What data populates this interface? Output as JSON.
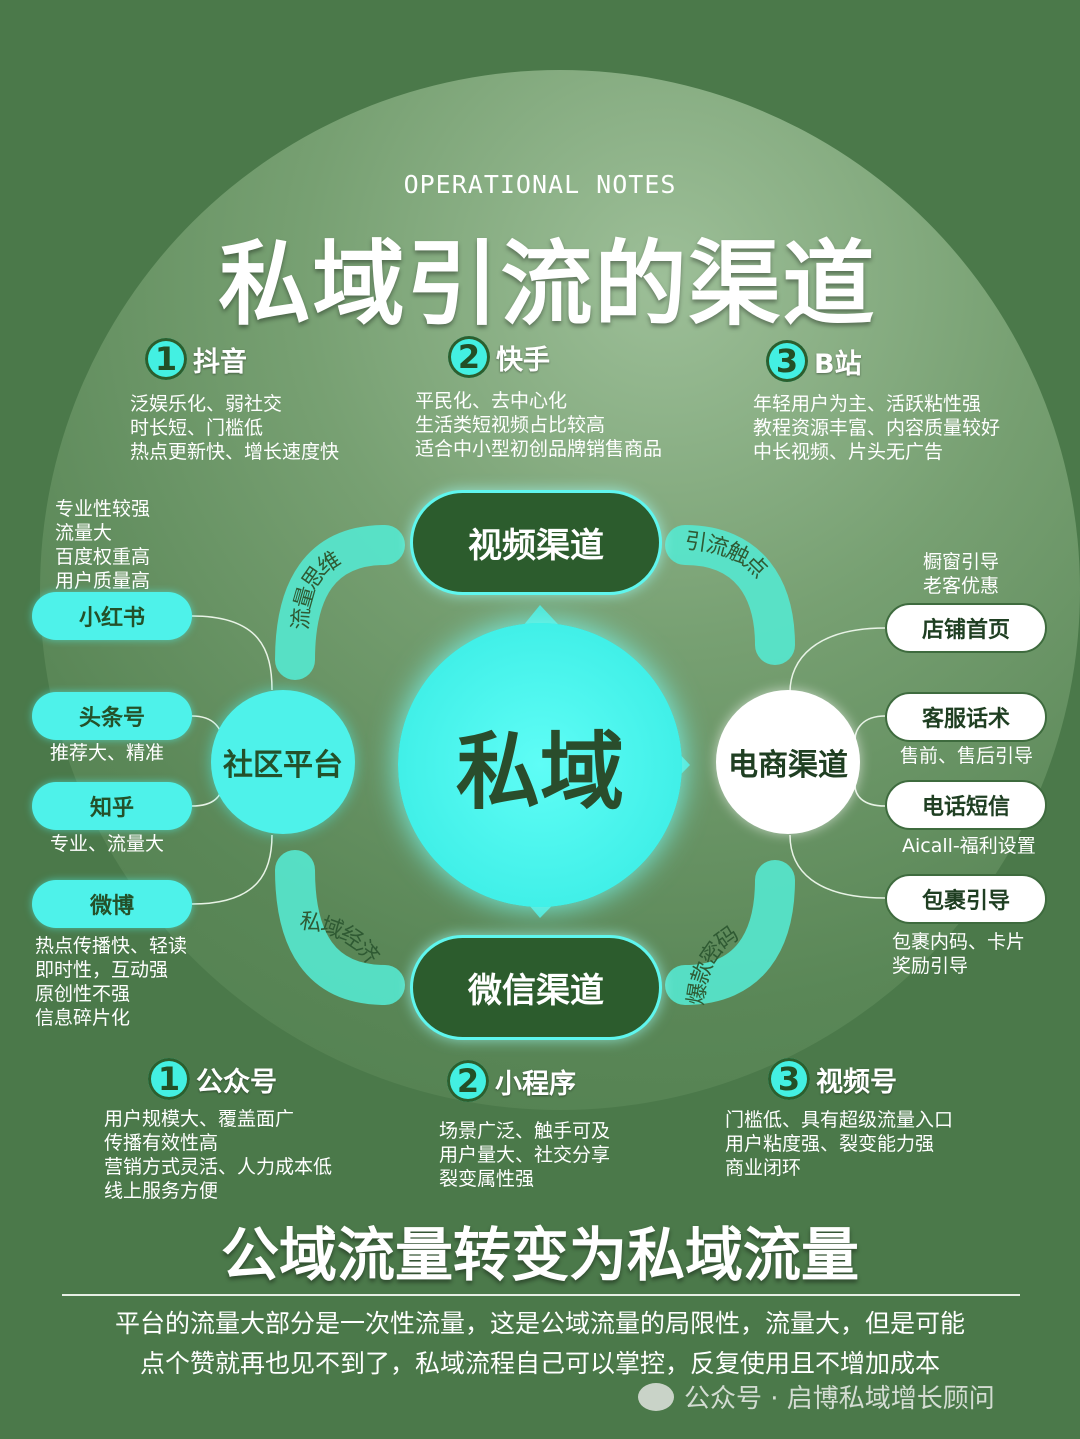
{
  "header": {
    "eyebrow": "OPERATIONAL NOTES",
    "title": "私域引流的渠道"
  },
  "top_channels": [
    {
      "num": "1",
      "name": "抖音",
      "lines": [
        "泛娱乐化、弱社交",
        "时长短、门槛低",
        "热点更新快、增长速度快"
      ]
    },
    {
      "num": "2",
      "name": "快手",
      "lines": [
        "平民化、去中心化",
        "生活类短视频占比较高",
        "适合中小型初创品牌销售商品"
      ]
    },
    {
      "num": "3",
      "name": "B站",
      "lines": [
        "年轻用户为主、活跃粘性强",
        "教程资源丰富、内容质量较好",
        "中长视频、片头无广告"
      ]
    }
  ],
  "left": {
    "intro": [
      "专业性较强",
      "流量大",
      "百度权重高",
      "用户质量高"
    ],
    "pills": [
      {
        "label": "小红书",
        "lines": []
      },
      {
        "label": "头条号",
        "lines": [
          "推荐大、精准"
        ]
      },
      {
        "label": "知乎",
        "lines": [
          "专业、流量大"
        ]
      },
      {
        "label": "微博",
        "lines": [
          "热点传播快、轻读",
          "即时性，互动强",
          "原创性不强",
          "信息碎片化"
        ]
      }
    ],
    "hub": "社区平台"
  },
  "center": {
    "label": "私域",
    "top": "视频渠道",
    "bottom": "微信渠道",
    "arcs": [
      "流量思维",
      "引流触点",
      "私域经济",
      "爆款密码"
    ]
  },
  "right": {
    "hub": "电商渠道",
    "pills": [
      {
        "label": "店铺首页",
        "lines": [
          "橱窗引导",
          "老客优惠"
        ]
      },
      {
        "label": "客服话术",
        "lines": [
          "售前、售后引导"
        ]
      },
      {
        "label": "电话短信",
        "lines": [
          "Aicall-福利设置"
        ]
      },
      {
        "label": "包裹引导",
        "lines": [
          "包裹内码、卡片",
          "奖励引导"
        ]
      }
    ]
  },
  "bottom_channels": [
    {
      "num": "1",
      "name": "公众号",
      "lines": [
        "用户规模大、覆盖面广",
        "传播有效性高",
        "营销方式灵活、人力成本低",
        "线上服务方便"
      ]
    },
    {
      "num": "2",
      "name": "小程序",
      "lines": [
        "场景广泛、触手可及",
        "用户量大、社交分享",
        "裂变属性强"
      ]
    },
    {
      "num": "3",
      "name": "视频号",
      "lines": [
        "门槛低、具有超级流量入口",
        "用户粘度强、裂变能力强",
        "商业闭环"
      ]
    }
  ],
  "footer": {
    "heading": "公域流量转变为私域流量",
    "para": [
      "平台的流量大部分是一次性流量，这是公域流量的局限性，流量大，但是可能",
      "点个赞就再也见不到了，私域流程自己可以掌控，反复使用且不增加成本"
    ],
    "source": "公众号 · 启博私域增长顾问"
  },
  "colors": {
    "bg": "#4b794a",
    "cyan": "#4ef2ea",
    "dark": "#2c5c2d"
  }
}
